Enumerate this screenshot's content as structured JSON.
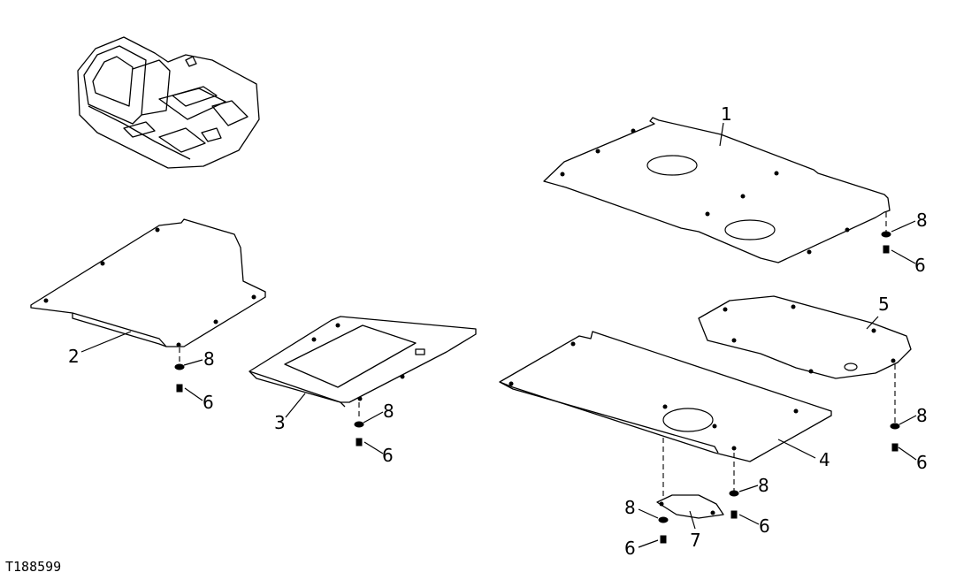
{
  "figure_id": "T188599",
  "callouts": {
    "c1": "1",
    "c2": "2",
    "c3": "3",
    "c4": "4",
    "c5": "5",
    "c6a": "6",
    "c6b": "6",
    "c6c": "6",
    "c6d": "6",
    "c6e": "6",
    "c6f": "6",
    "c7": "7",
    "c8a": "8",
    "c8b": "8",
    "c8c": "8",
    "c8d": "8",
    "c8e": "8",
    "c8f": "8"
  },
  "colors": {
    "ink": "#000000",
    "paper": "#ffffff"
  }
}
